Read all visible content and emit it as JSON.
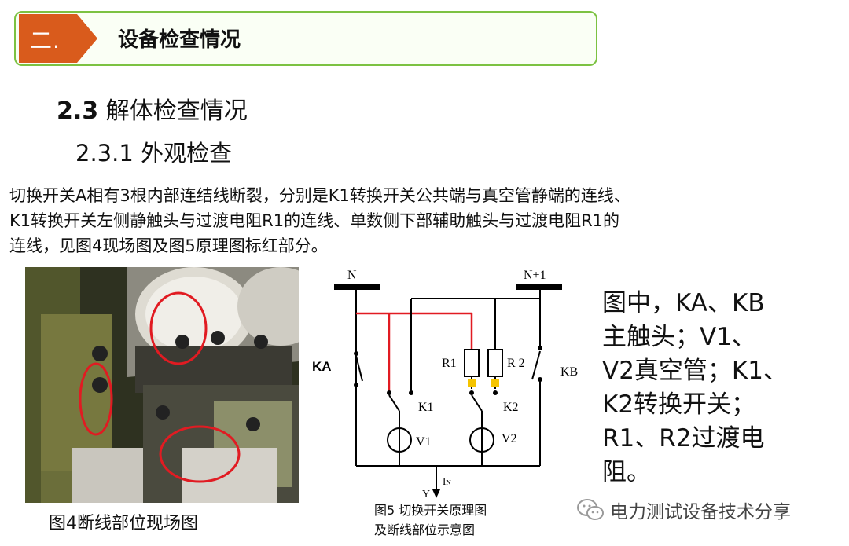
{
  "banner": {
    "number": "二.",
    "title": "设备检查情况"
  },
  "section": {
    "number": "2.3",
    "title": "解体检查情况"
  },
  "subsection": {
    "title": "2.3.1 外观检查"
  },
  "paragraph": {
    "line1": "切换开关A相有3根内部连结线断裂，分别是K1转换开关公共端与真空管静端的连线、",
    "line2": "K1转换开关左侧静触头与过渡电阻R1的连线、单数侧下部辅助触头与过渡电阻R1的",
    "line3": "连线，见图4现场图及图5原理图标红部分。"
  },
  "figure4": {
    "caption": "图4断线部位现场图"
  },
  "figure5": {
    "caption_line1": "图5 切换开关原理图",
    "caption_line2": "及断线部位示意图",
    "labels": {
      "n": "N",
      "n1": "N+1",
      "ka": "KA",
      "kb": "KB",
      "r1": "R1",
      "r2": "R 2",
      "k1": "K1",
      "k2": "K2",
      "v1": "V1",
      "v2": "V2",
      "y": "Y",
      "in": "Iɴ"
    }
  },
  "legend": {
    "line1": "图中，KA、KB",
    "line2": "主触头；V1、",
    "line3": "V2真空管；K1、",
    "line4": "K2转换开关；",
    "line5": "R1、R2过渡电",
    "line6": "阻。"
  },
  "watermark": {
    "text": "电力测试设备技术分享",
    "icon": "wechat-icon"
  },
  "colors": {
    "accent_orange": "#d95b1c",
    "border_green": "#7cc242",
    "highlight_red": "#e11b22"
  }
}
